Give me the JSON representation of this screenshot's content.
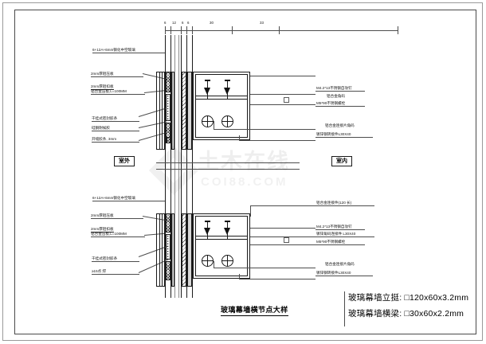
{
  "sheet": {
    "watermark": {
      "text": "土木在线",
      "sub": "COI88.COM"
    }
  },
  "drawing": {
    "title": "玻璃幕墙横节点大样",
    "zone_outdoor": "室外",
    "zone_indoor": "室内"
  },
  "dimensions": {
    "chain": [
      "6",
      "12",
      "6",
      "6",
      "30",
      "33"
    ]
  },
  "detail_upper": {
    "glass_note": "6+12A+6mm钢化中空玻璃",
    "left_labels": [
      "2mm厚铝压板",
      "2mm厚铝扣板",
      "铝合金压板,L=100MM",
      "干挂式密封胶条",
      "硅酮耐候胶",
      "开缝胶条, 3mm"
    ],
    "right_labels": [
      "M4.2*13不锈钢自攻钉",
      "铝合金角码",
      "M5*90不锈钢螺栓",
      "铝合金连接片角码",
      "镀锌钢转接件L30X40"
    ]
  },
  "detail_lower": {
    "glass_note": "6+12A+6mm钢化中空玻璃",
    "left_labels": [
      "2mm厚铝压板",
      "2mm厚铝扣板",
      "铝合金压板,L=100MM",
      "干挂式密封胶条",
      "≥15点 焊"
    ],
    "right_labels": [
      "铝合金连接件(120 长)",
      "M4.2*13不锈钢自攻钉",
      "镀锌角码连接件 L30X40",
      "M5*90不锈钢螺栓",
      "铝合金连接片角码",
      "镀锌钢转接件L30X40"
    ]
  },
  "specs": {
    "mullion": "玻璃幕墙立挺:  □120x60x3.2mm",
    "transom": "玻璃幕墙横梁:  □30x60x2.2mm"
  }
}
